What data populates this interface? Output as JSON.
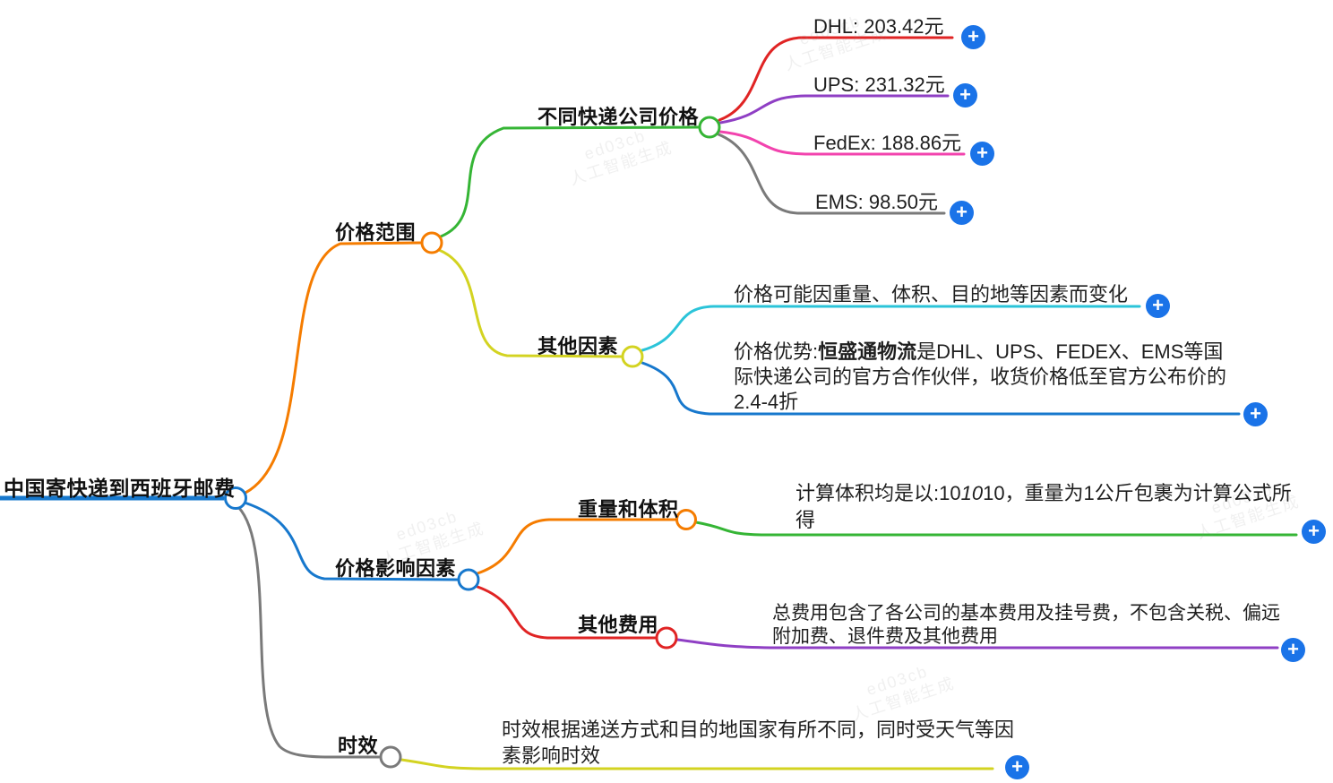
{
  "ui": {
    "plus": "+"
  },
  "watermark": {
    "line1": "ed03cb",
    "line2": "人工智能生成"
  },
  "colors": {
    "blue": "#1778cd",
    "orange": "#f57c00",
    "green": "#35b535",
    "yellow": "#d3d321",
    "red": "#e02424",
    "purple": "#8f3fc4",
    "pink": "#f243ae",
    "gray": "#7a7a7a",
    "cyan": "#2bc4d9",
    "plus_button": "#1a73e8"
  },
  "mindmap": {
    "root": "中国寄快递到西班牙邮费",
    "branches": [
      {
        "label": "价格范围",
        "children": [
          {
            "label": "不同快递公司价格",
            "children": [
              {
                "text": "DHL: 203.42元"
              },
              {
                "text": "UPS: 231.32元"
              },
              {
                "text": "FedEx: 188.86元"
              },
              {
                "text": "EMS: 98.50元"
              }
            ]
          },
          {
            "label": "其他因素",
            "children": [
              {
                "text": "价格可能因重量、体积、目的地等因素而变化"
              },
              {
                "prefix": "价格优势:",
                "bold": "恒盛通物流",
                "suffix": "是DHL、UPS、FEDEX、EMS等国际快递公司的官方合作伙伴，收货价格低至官方公布价的2.4-4折"
              }
            ]
          }
        ]
      },
      {
        "label": "价格影响因素",
        "children": [
          {
            "label": "重量和体积",
            "children": [
              {
                "prefix": "计算体积均是以:10",
                "italic": "10",
                "suffix": "10，重量为1公斤包裹为计算公式所得"
              }
            ]
          },
          {
            "label": "其他费用",
            "children": [
              {
                "text": "总费用包含了各公司的基本费用及挂号费，不包含关税、偏远附加费、退件费及其他费用"
              }
            ]
          }
        ]
      },
      {
        "label": "时效",
        "children": [
          {
            "text": "时效根据递送方式和目的地国家有所不同，同时受天气等因素影响时效"
          }
        ]
      }
    ]
  }
}
